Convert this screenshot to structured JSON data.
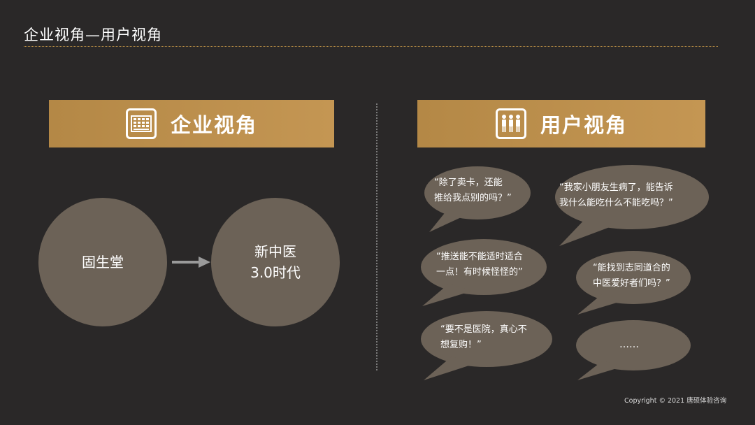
{
  "title": "企业视角—用户视角",
  "left_panel": {
    "heading": "企业视角",
    "icon": "building-icon",
    "from": "固生堂",
    "to_line1": "新中医",
    "to_line2": "3.0时代"
  },
  "right_panel": {
    "heading": "用户视角",
    "icon": "people-icon",
    "bubbles": [
      {
        "line1": "“除了卖卡，还能",
        "line2": "推给我点别的吗？”"
      },
      {
        "line1": "“我家小朋友生病了，能告诉",
        "line2": "我什么能吃什么不能吃吗？”"
      },
      {
        "line1": "“推送能不能适时适合",
        "line2": "一点！有时候怪怪的”"
      },
      {
        "line1": "“能找到志同道合的",
        "line2": "中医爱好者们吗？”"
      },
      {
        "line1": "“要不是医院，真心不",
        "line2": "想复购！”"
      },
      {
        "line1": "……",
        "line2": ""
      }
    ]
  },
  "colors": {
    "background": "#2a2828",
    "accent": "#b8894a",
    "circle": "#6c6257",
    "bubble": "#6c6257"
  },
  "footer": {
    "copyright": "Copyright © 2021 唐硕体验咨询"
  }
}
